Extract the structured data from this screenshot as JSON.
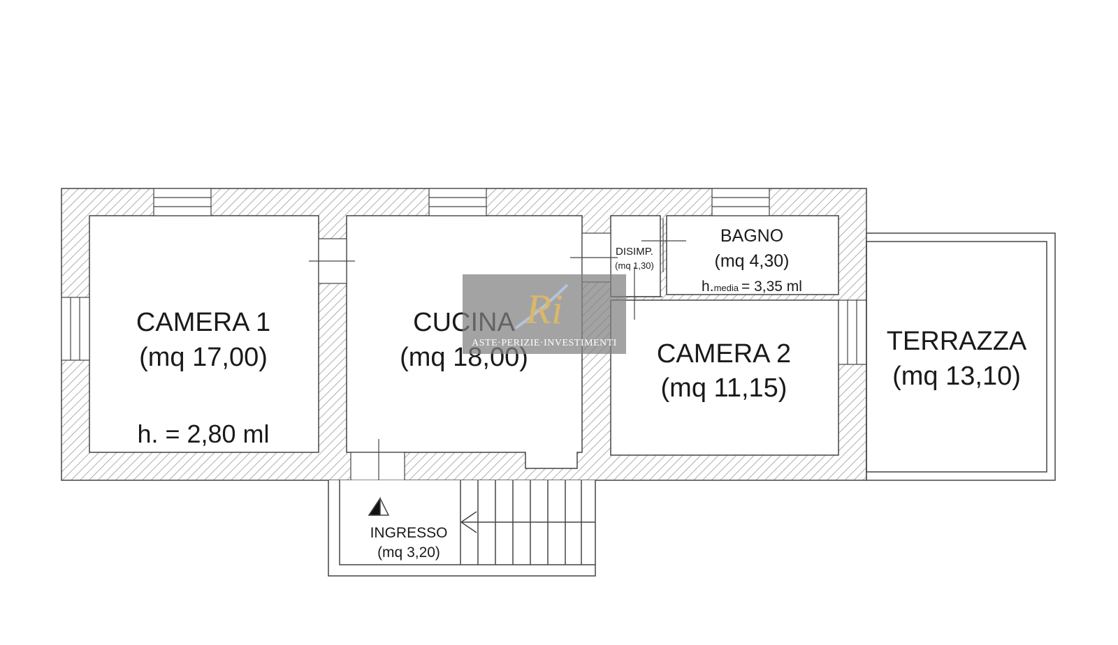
{
  "rooms": {
    "camera1": {
      "name": "CAMERA 1",
      "area": "(mq 17,00)",
      "height": "h. = 2,80 ml"
    },
    "cucina": {
      "name": "CUCINA",
      "area": "(mq 18,00)"
    },
    "disimpegno": {
      "name": "DISIMP.",
      "area": "(mq 1,30)"
    },
    "bagno": {
      "name": "BAGNO",
      "area": "(mq 4,30)",
      "height_prefix": "h.",
      "height_sub": "media",
      "height_value": "= 3,35 ml"
    },
    "camera2": {
      "name": "CAMERA 2",
      "area": "(mq 11,15)"
    },
    "terrazza": {
      "name": "TERRAZZA",
      "area": "(mq 13,10)"
    },
    "ingresso": {
      "name": "INGRESSO",
      "area": "(mq 3,20)"
    }
  },
  "watermark": {
    "logo": "Ri",
    "tagline": "ASTE·PERIZIE·INVESTIMENTI"
  },
  "colors": {
    "wall_stroke": "#444444",
    "hatch": "#9a9a9a",
    "watermark_bg": "#7f7f7f",
    "logo_gold": "#d9b86b"
  }
}
